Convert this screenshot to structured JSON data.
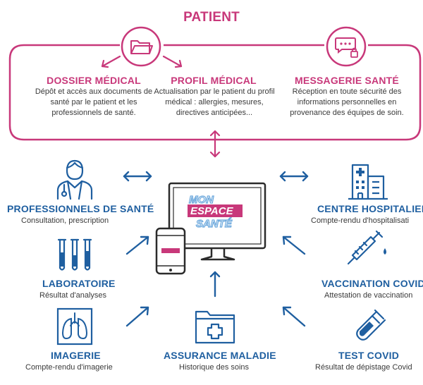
{
  "patient": {
    "title": "PATIENT",
    "dossier": {
      "title": "DOSSIER MÉDICAL",
      "desc": "Dépôt et accès aux documents de santé par le patient et les professionnels de santé."
    },
    "profil": {
      "title": "PROFIL MÉDICAL",
      "desc": "Actualisation par le patient du profil médical : allergies, mesures, directives anticipées..."
    },
    "messagerie": {
      "title": "MESSAGERIE SANTÉ",
      "desc": "Réception en toute sécurité des informations personnelles en provenance des équipes de soin."
    }
  },
  "logo": {
    "line1": "MON",
    "line2": "ESPACE",
    "line3": "SANTÉ"
  },
  "nodes": {
    "professionnels": {
      "title": "PROFESSIONNELS DE SANTÉ",
      "desc": "Consultation, prescription",
      "icon": "doctor-icon"
    },
    "laboratoire": {
      "title": "LABORATOIRE",
      "desc": "Résultat d'analyses",
      "icon": "test-tubes-icon"
    },
    "imagerie": {
      "title": "IMAGERIE",
      "desc": "Compte-rendu d'imagerie",
      "icon": "lungs-xray-icon"
    },
    "assurance": {
      "title": "ASSURANCE MALADIE",
      "desc": "Historique des soins",
      "icon": "folder-cross-icon"
    },
    "centre": {
      "title": "CENTRE HOSPITALIER",
      "desc": "Compte-rendu d'hospitalisati",
      "icon": "hospital-icon"
    },
    "vaccination": {
      "title": "VACCINATION COVID",
      "desc": "Attestation de vaccination",
      "icon": "syringe-icon"
    },
    "test": {
      "title": "TEST COVID",
      "desc": "Résultat de dépistage Covid",
      "icon": "swab-tube-icon"
    }
  },
  "colors": {
    "pink": "#c8387a",
    "blue": "#1f5fa0",
    "lightblue": "#6aa7dc"
  }
}
